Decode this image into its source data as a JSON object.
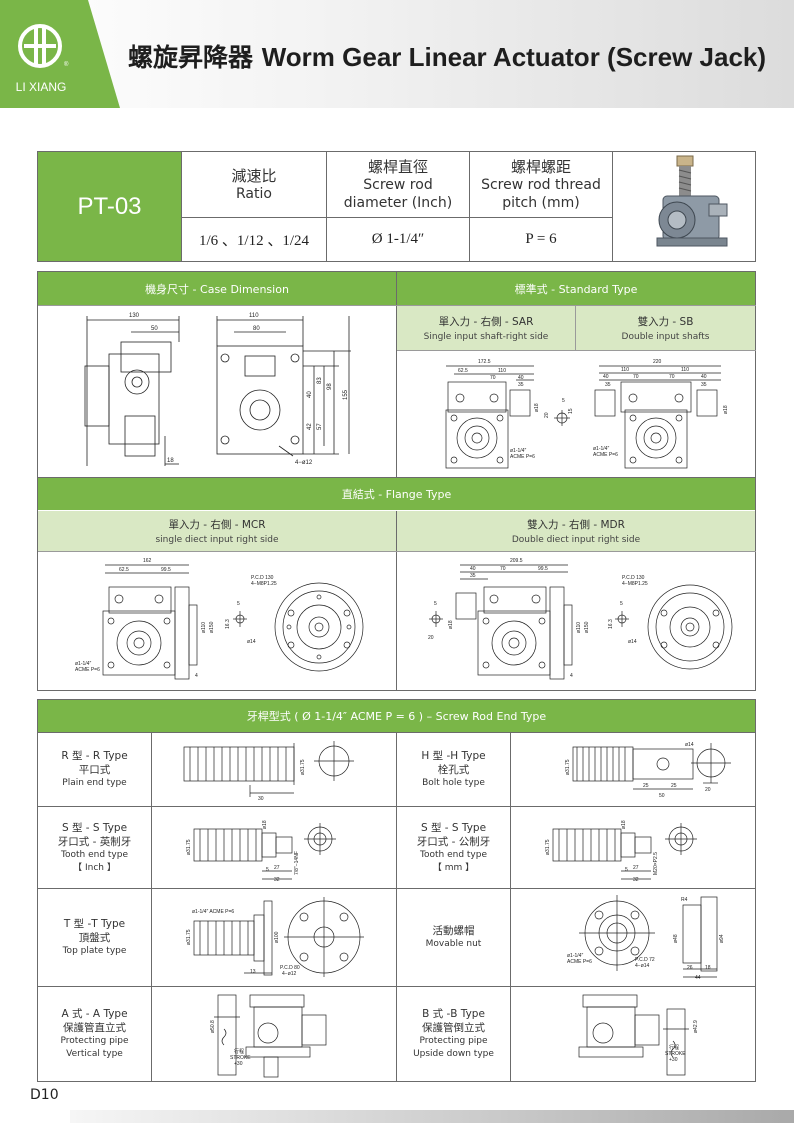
{
  "brand": {
    "name": "LI XIANG",
    "reg": "®"
  },
  "header": {
    "title_cn": "螺旋昇降器",
    "title_en": "Worm Gear Linear Actuator (Screw Jack)"
  },
  "spec": {
    "model": "PT-03",
    "ratio_cn": "減速比",
    "ratio_en": "Ratio",
    "diam_cn": "螺桿直徑",
    "diam_en1": "Screw rod",
    "diam_en2": "diameter (Inch)",
    "pitch_cn": "螺桿螺距",
    "pitch_en1": "Screw rod thread",
    "pitch_en2": "pitch (mm)",
    "ratio_val": "1/6 、1/12 、1/24",
    "diam_val": "Ø 1-1/4″",
    "pitch_val": "P = 6"
  },
  "case": {
    "title": "機身尺寸 - Case Dimension",
    "dims": {
      "d130": "130",
      "d50": "50",
      "d18": "18",
      "d110": "110",
      "d80": "80",
      "d40": "40",
      "d83": "83",
      "d98": "98",
      "d155": "155",
      "d42": "42",
      "d57": "57",
      "holes": "4−ø12"
    }
  },
  "standard": {
    "title": "標準式 - Standard Type",
    "sar_cn": "單入力 - 右側 - SAR",
    "sar_en": "Single input shaft-right side",
    "sb_cn": "雙入力 - SB",
    "sb_en": "Double input shafts",
    "sar_dims": {
      "a": "172.5",
      "b": "62.5",
      "c": "110",
      "d": "70",
      "e": "40",
      "f": "35",
      "g": "ø18",
      "h": "20",
      "i": "5",
      "j": "15",
      "thread1": "ø1-1/4″",
      "thread2": "ACME P=6"
    },
    "sb_dims": {
      "a": "220",
      "b": "110",
      "c": "110",
      "d": "40",
      "e": "70",
      "f": "70",
      "g": "40",
      "h": "35",
      "i": "35",
      "j": "ø18",
      "thread1": "ø1-1/4″",
      "thread2": "ACME P=6"
    }
  },
  "flange": {
    "title": "直結式 - Flange Type",
    "mcr_cn": "單入力 - 右側 - MCR",
    "mcr_en": "single diect input right side",
    "mdr_cn": "雙入力 - 右側 - MDR",
    "mdr_en": "Double diect input right side",
    "mcr_dims": {
      "a": "162",
      "b": "62.5",
      "c": "99.5",
      "pcd": "P.C.D 130",
      "holes": "4−M8P1.25",
      "d1": "ø110",
      "d2": "ø150",
      "d3": "5",
      "d4": "16.3",
      "d5": "ø14",
      "d6": "4",
      "thread1": "ø1-1/4″",
      "thread2": "ACME P=6"
    },
    "mdr_dims": {
      "a": "209.5",
      "b": "40",
      "c": "70",
      "d": "99.5",
      "e": "35",
      "pcd": "P.C.D 130",
      "holes": "4−M8P1.25",
      "f": "5",
      "g": "20",
      "h": "ø18",
      "i": "ø110",
      "j": "ø150",
      "k": "16.3",
      "l": "ø14",
      "m": "4",
      "n": "5"
    }
  },
  "rod_ends": {
    "title": "牙桿型式 ( Ø 1-1/4″ ACME P = 6 ) – Screw Rod End Type",
    "items": [
      {
        "cn1": "R 型 - R Type",
        "cn2": "平口式",
        "en1": "Plain end type",
        "en2": "",
        "en3": ""
      },
      {
        "cn1": "H 型 -H Type",
        "cn2": "栓孔式",
        "en1": "Bolt hole type",
        "en2": "",
        "en3": ""
      },
      {
        "cn1": "S 型 - S Type",
        "cn2": "牙口式 - 英制牙",
        "en1": "Tooth end type",
        "en2": "【 Inch 】",
        "en3": ""
      },
      {
        "cn1": "S 型 - S Type",
        "cn2": "牙口式 - 公制牙",
        "en1": "Tooth end type",
        "en2": "【 mm 】",
        "en3": ""
      },
      {
        "cn1": "T 型 -T Type",
        "cn2": "頂盤式",
        "en1": "Top plate type",
        "en2": "",
        "en3": ""
      },
      {
        "cn1": "",
        "cn2": "活動螺帽",
        "en1": "Movable nut",
        "en2": "",
        "en3": ""
      },
      {
        "cn1": "A 式 - A Type",
        "cn2": "保護管直立式",
        "en1": "Protecting pipe",
        "en2": "Vertical type",
        "en3": ""
      },
      {
        "cn1": "B 式 -B Type",
        "cn2": "保護管倒立式",
        "en1": "Protecting pipe",
        "en2": "Upside down type",
        "en3": ""
      }
    ],
    "dims": {
      "r_d": "ø31.75",
      "r_len": "30",
      "h_d": "ø14",
      "h_a": "25",
      "h_b": "25",
      "h_c": "50",
      "h_e": "20",
      "h_dd": "ø31.75",
      "si_a": "ø18",
      "si_b": "ø31.75",
      "si_c": "27",
      "si_d": "32",
      "si_e": "7/8″−14NF",
      "si_f": "5",
      "sm_a": "ø18",
      "sm_b": "ø31.75",
      "sm_c": "27",
      "sm_d": "32",
      "sm_e": "M20×P2.5",
      "sm_f": "5",
      "t_a": "ø1-1/4″ ACME P=6",
      "t_b": "ø31.75",
      "t_c": "ø100",
      "t_d": "13",
      "t_e": "P.C.D 80",
      "t_f": "4−ø12",
      "n_a": "R4",
      "n_b": "ø48",
      "n_c": "ø94",
      "n_d": "P.C.D 72",
      "n_e": "4−ø14",
      "n_f": "26",
      "n_g": "18",
      "n_h": "44",
      "n_i": "ø1-1/4″",
      "n_j": "ACME P=6",
      "a_d": "ø50.8",
      "a_s1": "行程",
      "a_s2": "STROKE",
      "a_s3": "+30",
      "b_d": "ø42.9",
      "b_s1": "行程",
      "b_s2": "STROKE",
      "b_s3": "+30"
    }
  },
  "footer": {
    "page": "D10"
  },
  "colors": {
    "green": "#7ab648",
    "light_green": "#d9e8c4",
    "border": "#6b6b6b"
  }
}
